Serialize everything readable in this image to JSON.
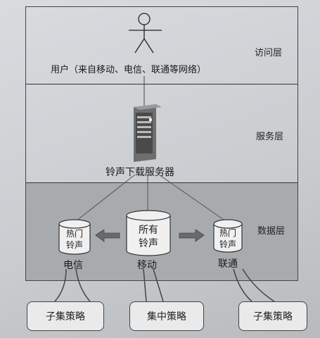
{
  "layers": {
    "access": "访问层",
    "service": "服务层",
    "data": "数据层"
  },
  "user_label": "用户（来自移动、电信、联通等网络）",
  "server_label": "铃声下载服务器",
  "databases": {
    "left": {
      "line1": "热门",
      "line2": "铃声",
      "caption": "电信"
    },
    "center": {
      "line1": "所有",
      "line2": "铃声",
      "caption": "移动"
    },
    "right": {
      "line1": "热门",
      "line2": "铃声",
      "caption": "联通"
    }
  },
  "callouts": {
    "left": "子集策略",
    "center": "集中策略",
    "right": "子集策略"
  },
  "icons": [
    "stick-figure-icon",
    "server-icon",
    "database-icon",
    "arrow-icon"
  ]
}
